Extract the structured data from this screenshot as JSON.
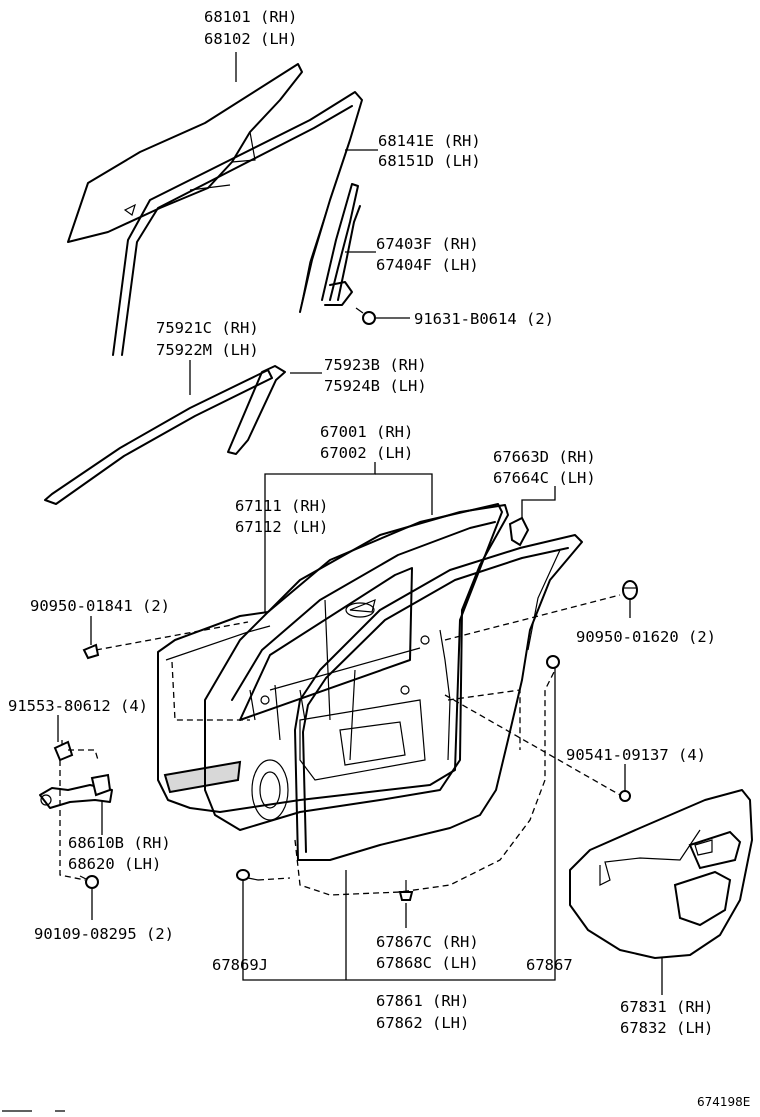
{
  "diagram_code": "674198E",
  "callouts": [
    {
      "id": "glass",
      "lines": [
        "68101 (RH)",
        "68102 (LH)"
      ]
    },
    {
      "id": "glass-run",
      "lines": [
        "68141E (RH)",
        "68151D (LH)"
      ]
    },
    {
      "id": "rear-channel",
      "lines": [
        "67403F (RH)",
        "67404F (LH)"
      ]
    },
    {
      "id": "bolt-91631",
      "lines": [
        "91631-B0614 (2)"
      ]
    },
    {
      "id": "moulding-upper",
      "lines": [
        "75921C (RH)",
        "75922M (LH)"
      ]
    },
    {
      "id": "moulding-pillar",
      "lines": [
        "75923B (RH)",
        "75924B (LH)"
      ]
    },
    {
      "id": "door-panel",
      "lines": [
        "67001 (RH)",
        "67002 (LH)"
      ]
    },
    {
      "id": "door-panel-sub",
      "lines": [
        "67111 (RH)",
        "67112 (LH)"
      ]
    },
    {
      "id": "bracket-67663",
      "lines": [
        "67663D (RH)",
        "67664C (LH)"
      ]
    },
    {
      "id": "hole-plug-01841",
      "lines": [
        "90950-01841 (2)"
      ]
    },
    {
      "id": "hole-plug-01620",
      "lines": [
        "90950-01620 (2)"
      ]
    },
    {
      "id": "bolt-91553",
      "lines": [
        "91553-80612 (4)"
      ]
    },
    {
      "id": "clip-09137",
      "lines": [
        "90541-09137 (4)"
      ]
    },
    {
      "id": "check-assy",
      "lines": [
        "68610B (RH)",
        "68620  (LH)"
      ]
    },
    {
      "id": "bolt-08295",
      "lines": [
        "90109-08295 (2)"
      ]
    },
    {
      "id": "clip-67869",
      "lines": [
        "67869J"
      ]
    },
    {
      "id": "clip-67867c",
      "lines": [
        "67867C (RH)",
        "67868C (LH)"
      ]
    },
    {
      "id": "clip-67867",
      "lines": [
        "67867"
      ]
    },
    {
      "id": "weatherstrip",
      "lines": [
        "67861 (RH)",
        "67862 (LH)"
      ]
    },
    {
      "id": "service-cover",
      "lines": [
        "67831 (RH)",
        "67832 (LH)"
      ]
    }
  ]
}
